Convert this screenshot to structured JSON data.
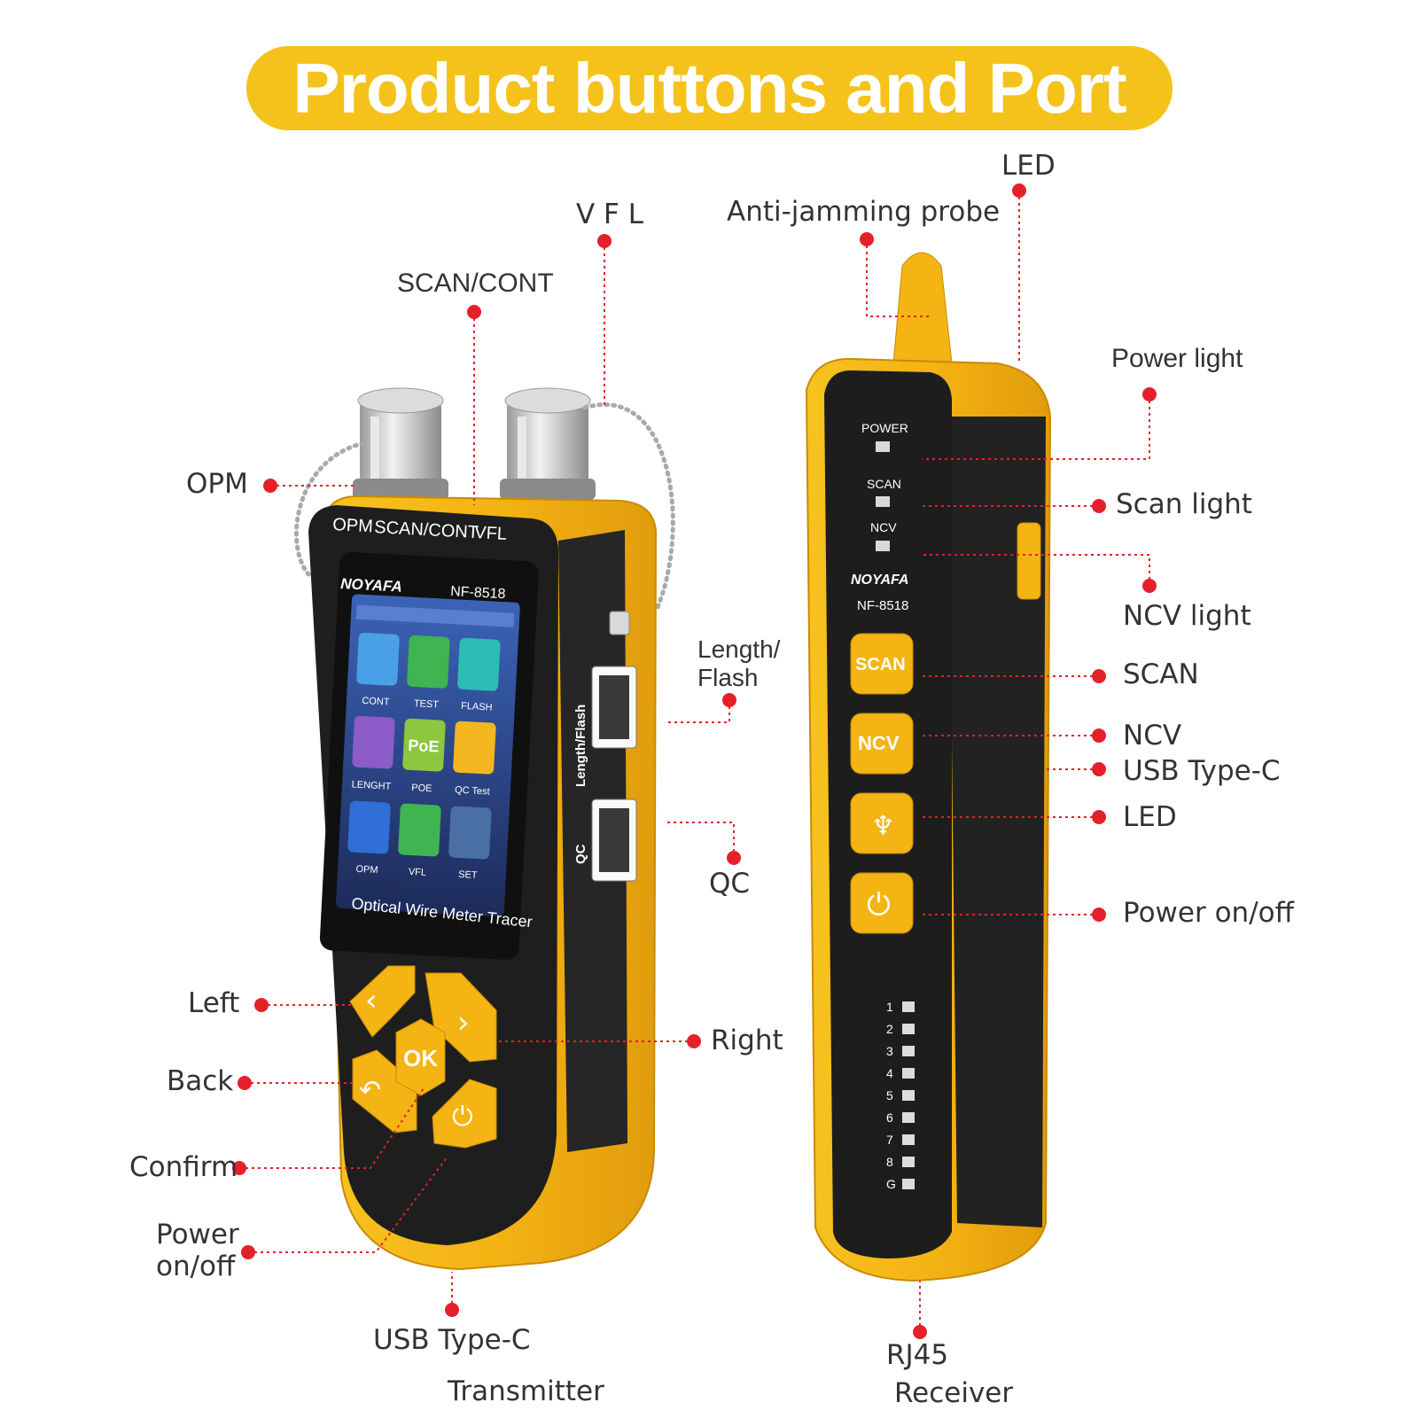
{
  "title": "Product buttons and Port",
  "transmitter": {
    "caption": "Transmitter",
    "panel_labels": [
      "OPM",
      "SCAN/CONT",
      "VFL"
    ],
    "brand": "NOYAFA",
    "model": "NF-8518",
    "screen_icons": [
      "CONT",
      "TEST",
      "FLASH",
      "LENGHT",
      "POE",
      "QC Test",
      "OPM",
      "VFL",
      "SET"
    ],
    "poe_icon_text": "PoE",
    "footer": "Optical Wire Meter Tracer",
    "side_labels": [
      "Length/Flash",
      "QC"
    ],
    "ok_text": "OK",
    "callouts": {
      "opm": "OPM",
      "scan_cont": "SCAN/CONT",
      "vfl": "V F L",
      "length_flash_1": "Length/",
      "length_flash_2": "Flash",
      "qc": "QC",
      "left": "Left",
      "right": "Right",
      "back": "Back",
      "confirm": "Confirm",
      "power_1": "Power",
      "power_2": "on/off",
      "usb": "USB Type-C"
    }
  },
  "receiver": {
    "caption": "Receiver",
    "panel_labels": [
      "POWER",
      "SCAN",
      "NCV"
    ],
    "brand": "NOYAFA",
    "model": "NF-8518",
    "buttons": [
      "SCAN",
      "NCV"
    ],
    "leds": [
      "1",
      "2",
      "3",
      "4",
      "5",
      "6",
      "7",
      "8",
      "G"
    ],
    "callouts": {
      "led_top": "LED",
      "probe": "Anti-jamming probe",
      "power_light": "Power light",
      "scan_light": "Scan light",
      "ncv_light": "NCV light",
      "scan": "SCAN",
      "ncv": "NCV",
      "usb": "USB Type-C",
      "led": "LED",
      "power": "Power on/off",
      "rj45": "RJ45"
    }
  },
  "colors": {
    "yellow": "#f4b414",
    "banner": "#f4c21a",
    "dark": "#1e1e1e",
    "red_dot": "#e5202a"
  }
}
